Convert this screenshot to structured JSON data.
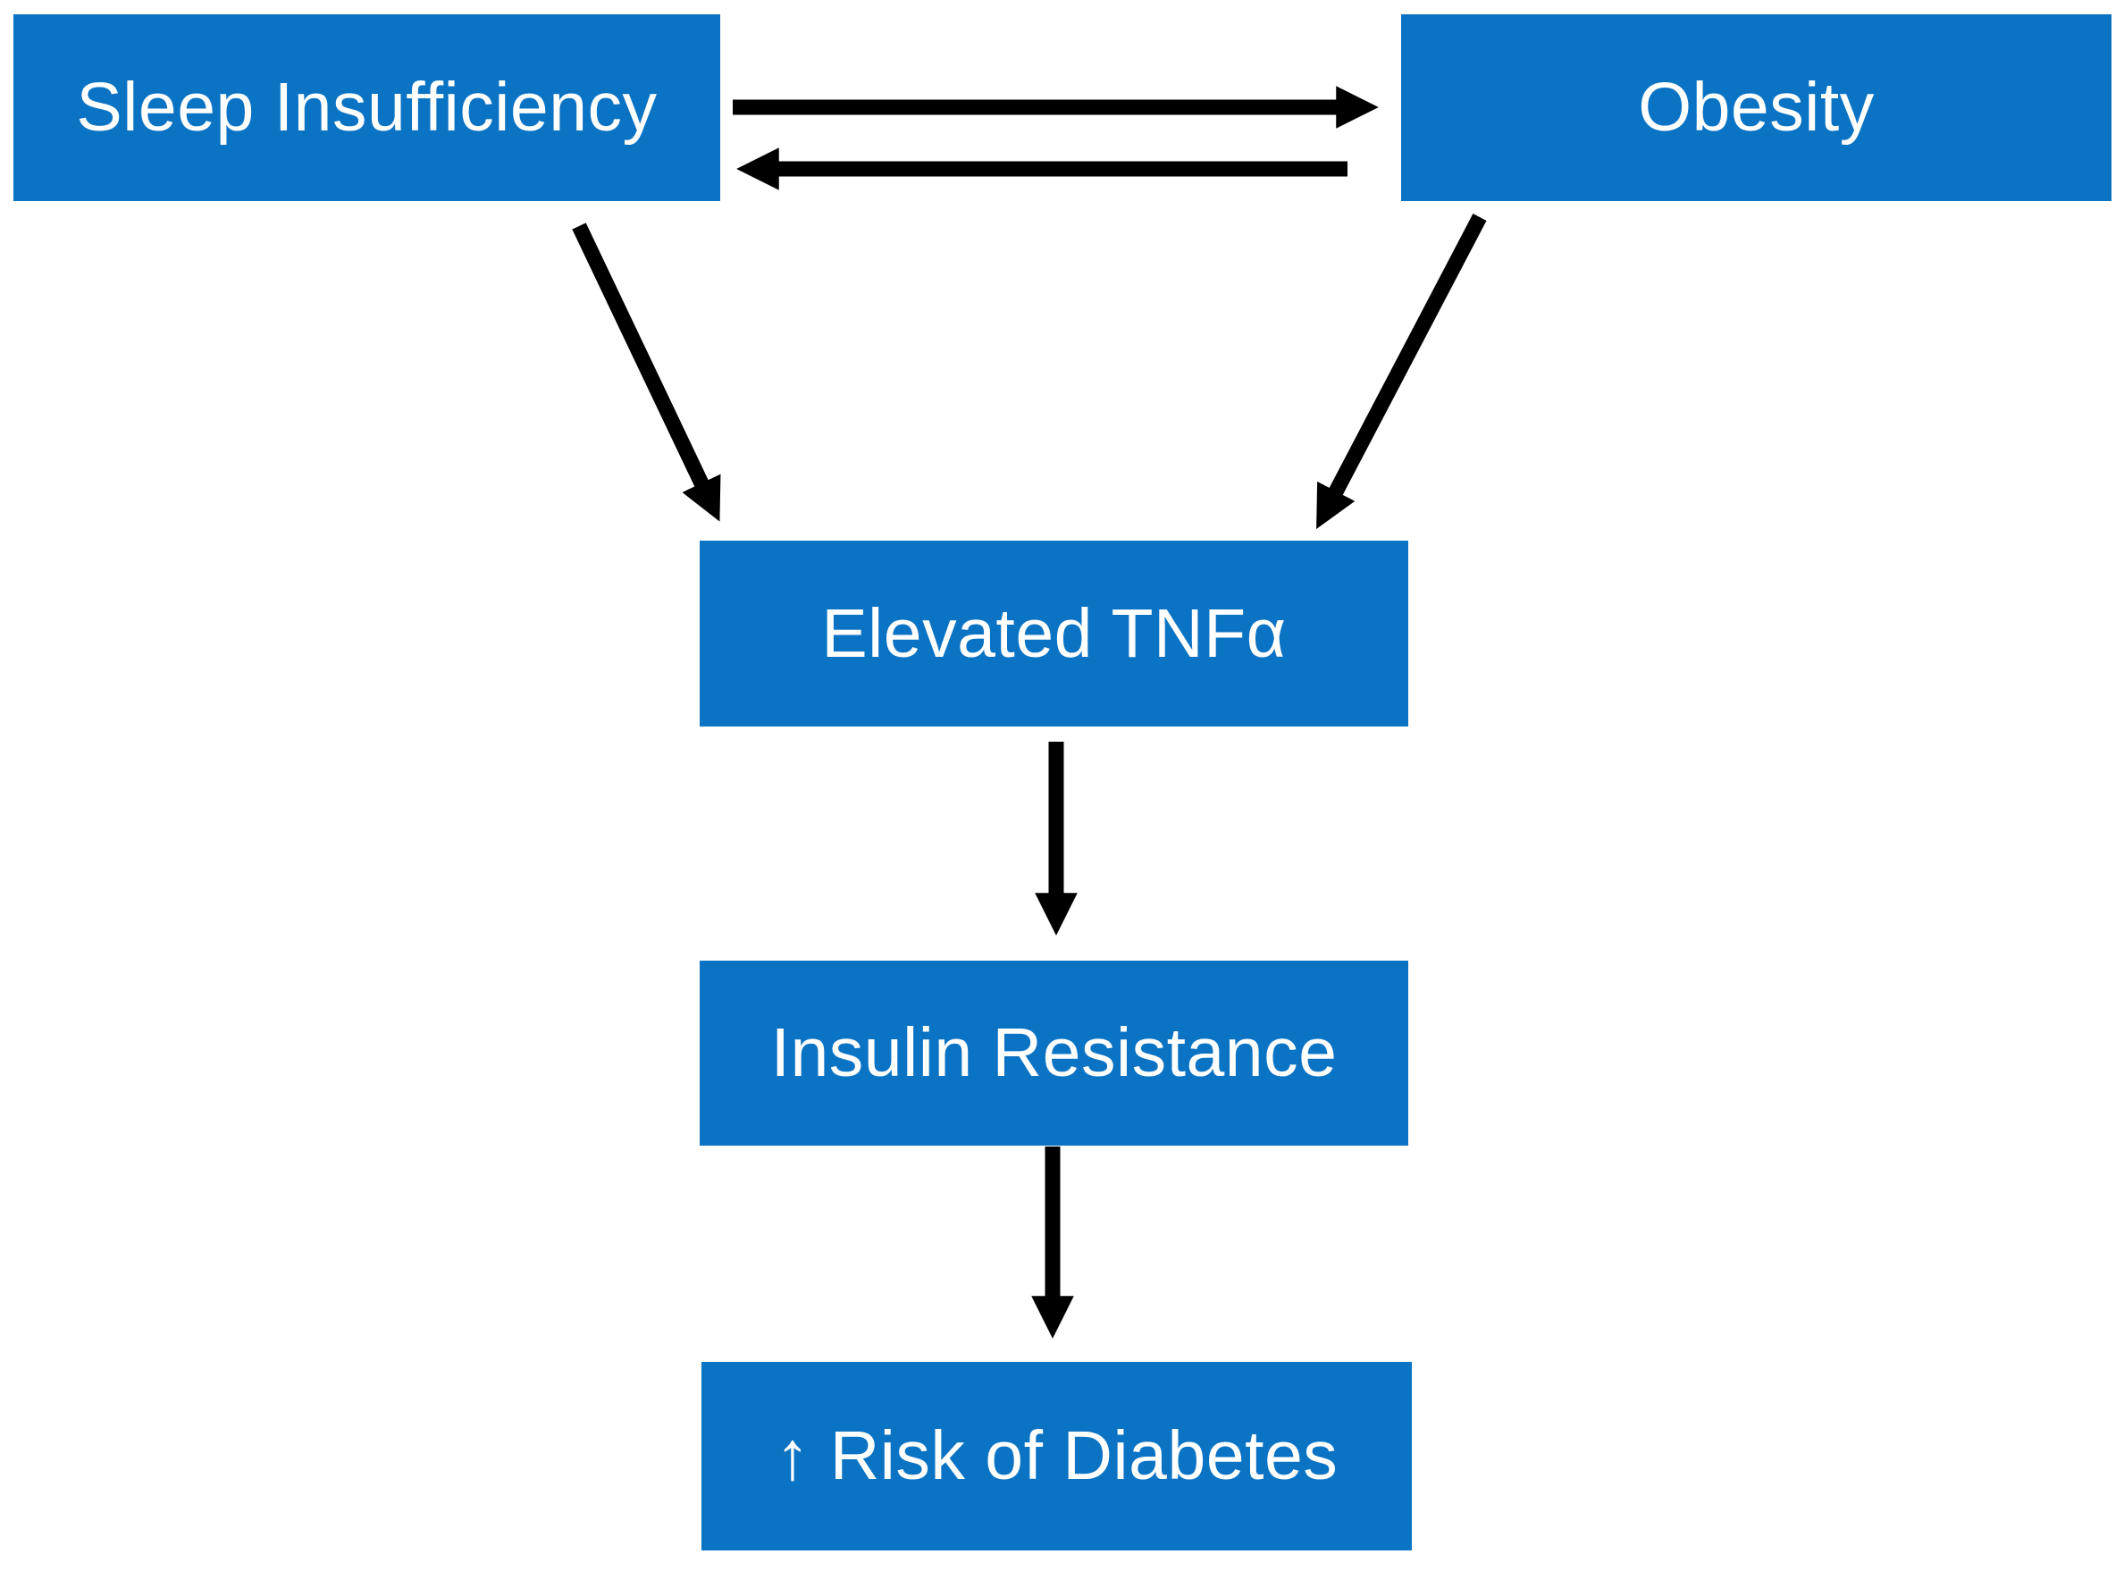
{
  "diagram": {
    "background_color": "#ffffff",
    "node_fill_color": "#0b73c4",
    "node_text_color": "#ffffff",
    "arrow_color": "#000000",
    "nodes": {
      "sleep": {
        "label": "Sleep Insufficiency"
      },
      "obesity": {
        "label": "Obesity"
      },
      "tnf": {
        "label": "Elevated TNFα"
      },
      "insulin": {
        "label": "Insulin Resistance"
      },
      "risk": {
        "prefix_icon": "↑",
        "label": "Risk of Diabetes"
      }
    },
    "edges": [
      {
        "from": "Sleep Insufficiency",
        "to": "Obesity",
        "type": "horizontal-arrow"
      },
      {
        "from": "Obesity",
        "to": "Sleep Insufficiency",
        "type": "horizontal-arrow"
      },
      {
        "from": "Sleep Insufficiency",
        "to": "Elevated TNFα",
        "type": "diagonal-arrow"
      },
      {
        "from": "Obesity",
        "to": "Elevated TNFα",
        "type": "diagonal-arrow"
      },
      {
        "from": "Elevated TNFα",
        "to": "Insulin Resistance",
        "type": "vertical-arrow"
      },
      {
        "from": "Insulin Resistance",
        "to": "Risk of Diabetes",
        "type": "vertical-arrow"
      }
    ]
  }
}
